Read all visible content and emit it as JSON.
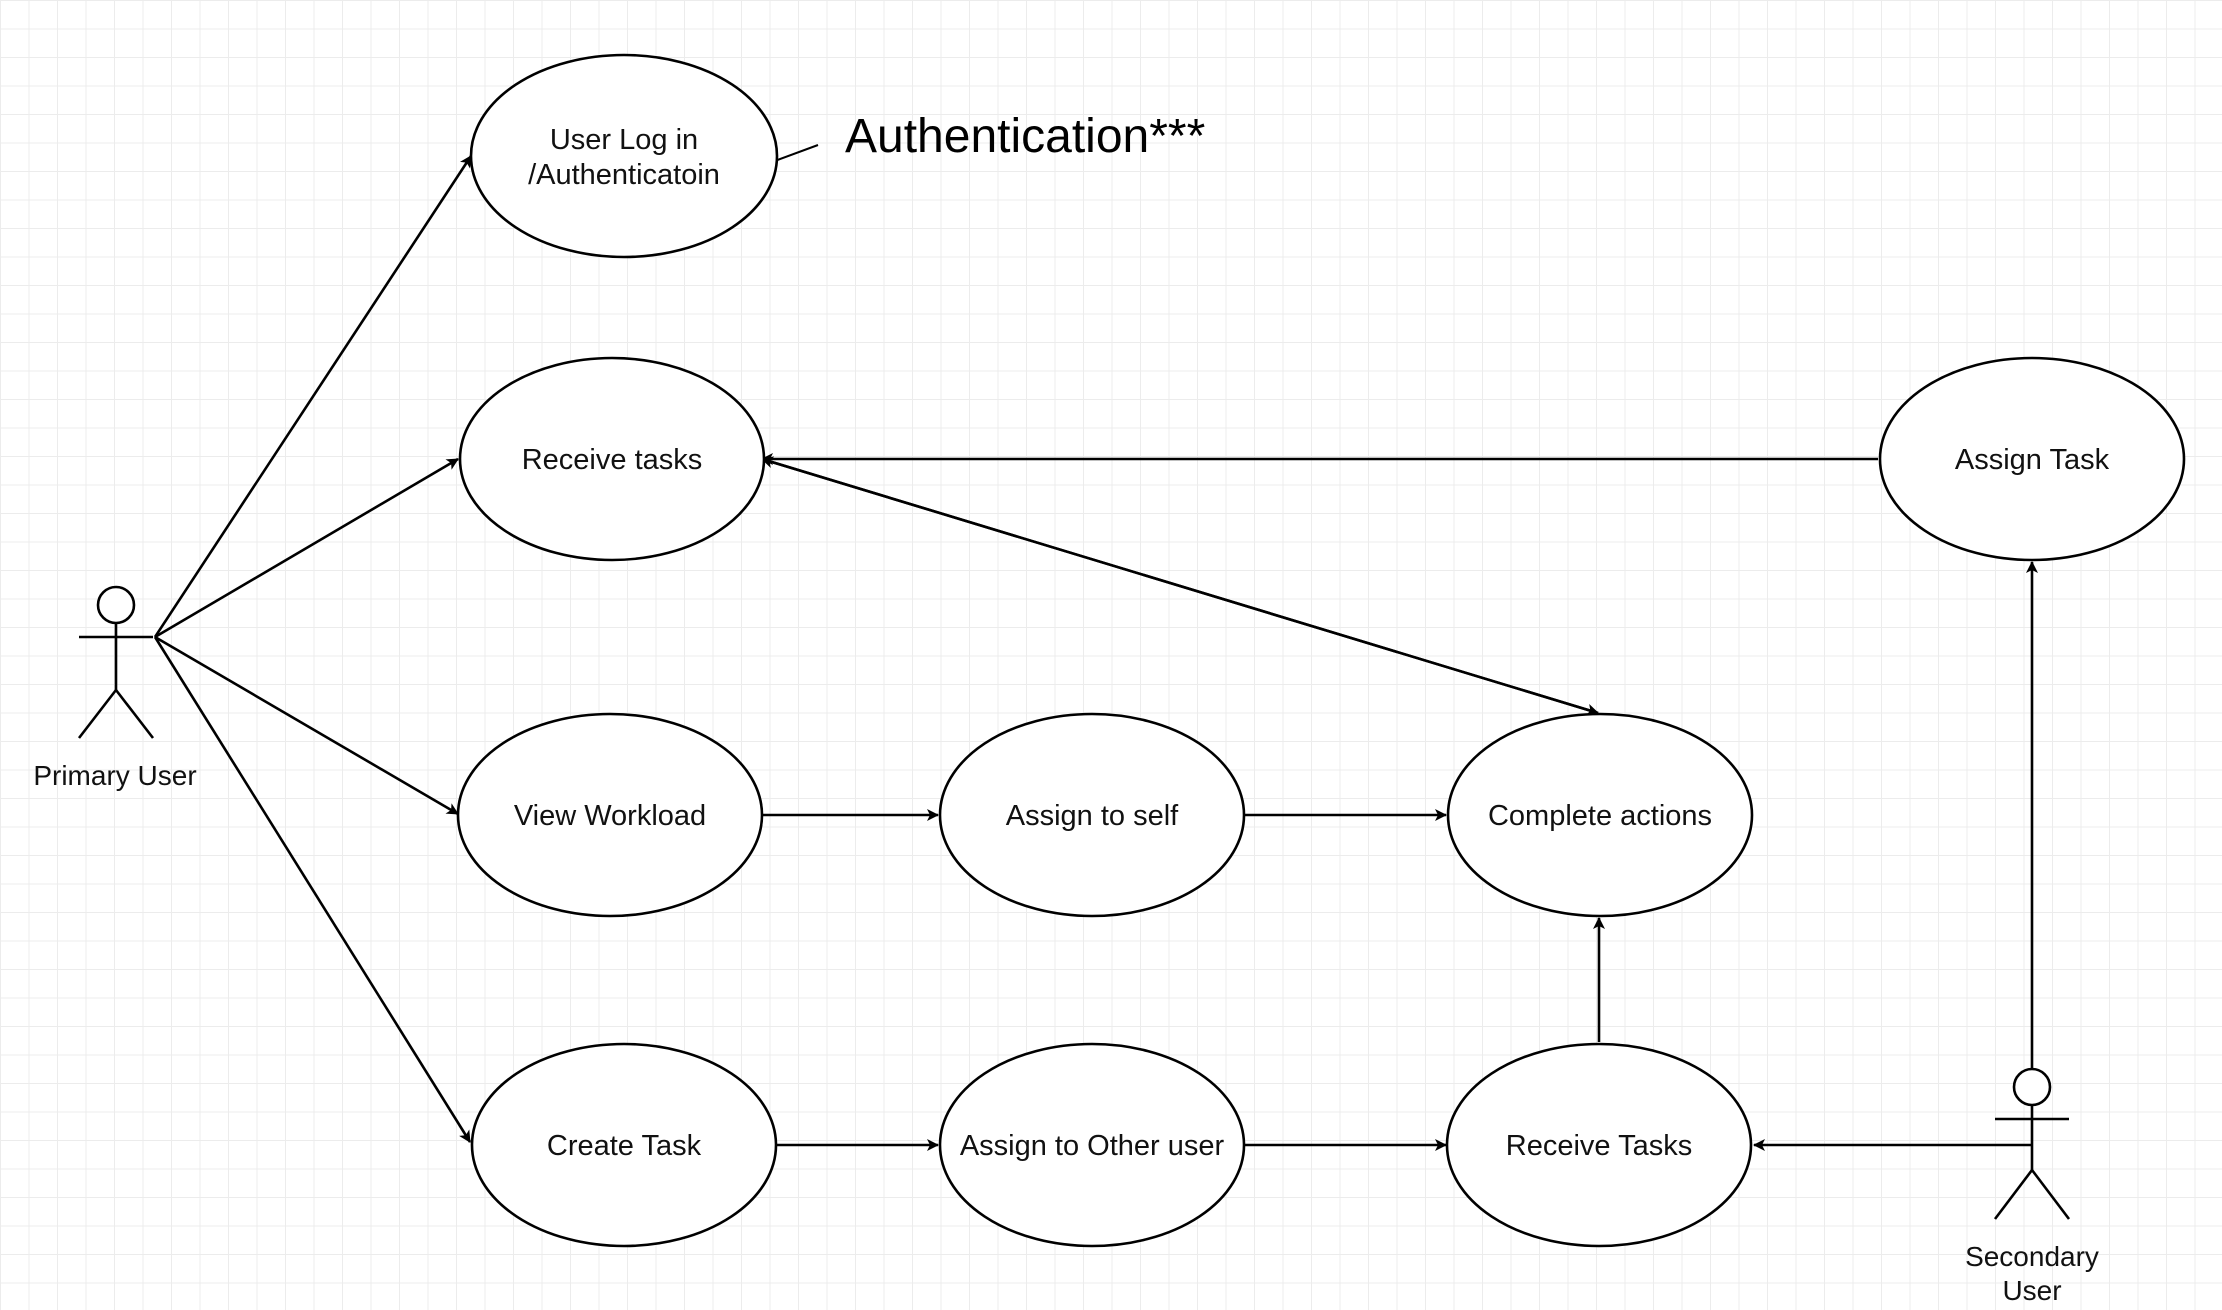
{
  "actors": {
    "primary": {
      "label": "Primary User"
    },
    "secondary": {
      "label_line1": "Secondary",
      "label_line2": "User"
    }
  },
  "use_cases": {
    "login": {
      "line1": "User Log in",
      "line2": "/Authenticatoin"
    },
    "receive_tasks_primary": "Receive tasks",
    "view_workload": "View Workload",
    "create_task": "Create Task",
    "assign_to_self": "Assign to self",
    "assign_to_other": "Assign to Other user",
    "complete_actions": "Complete actions",
    "receive_tasks_secondary": "Receive Tasks",
    "assign_task": "Assign Task"
  },
  "note": {
    "text": "Authentication***"
  }
}
